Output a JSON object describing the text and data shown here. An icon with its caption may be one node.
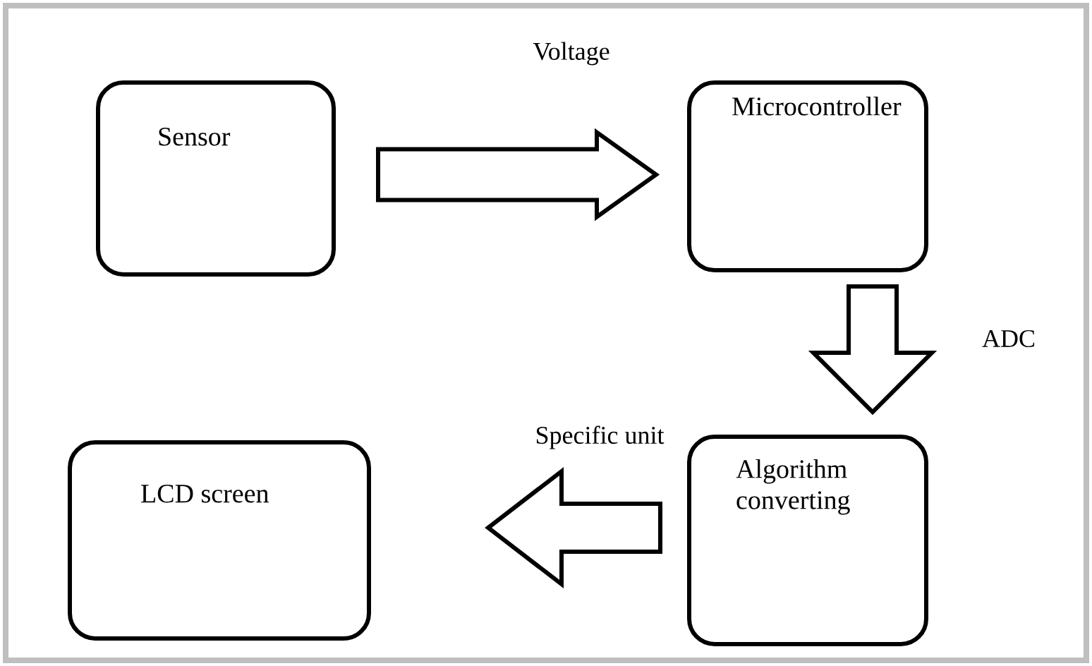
{
  "diagram": {
    "nodes": [
      {
        "text": [
          "Sensor"
        ]
      },
      {
        "text": [
          "Microcontroller"
        ]
      },
      {
        "text": [
          "Algorithm converting"
        ]
      },
      {
        "text": [
          "LCD screen"
        ]
      }
    ],
    "edges": [
      {
        "from": 0,
        "to": 1,
        "arrow": "to",
        "label": "Voltage"
      },
      {
        "from": 1,
        "to": 2,
        "arrow": "to",
        "label": "ADC"
      },
      {
        "from": 2,
        "to": 3,
        "arrow": "to",
        "label": "Specific unit"
      }
    ]
  }
}
